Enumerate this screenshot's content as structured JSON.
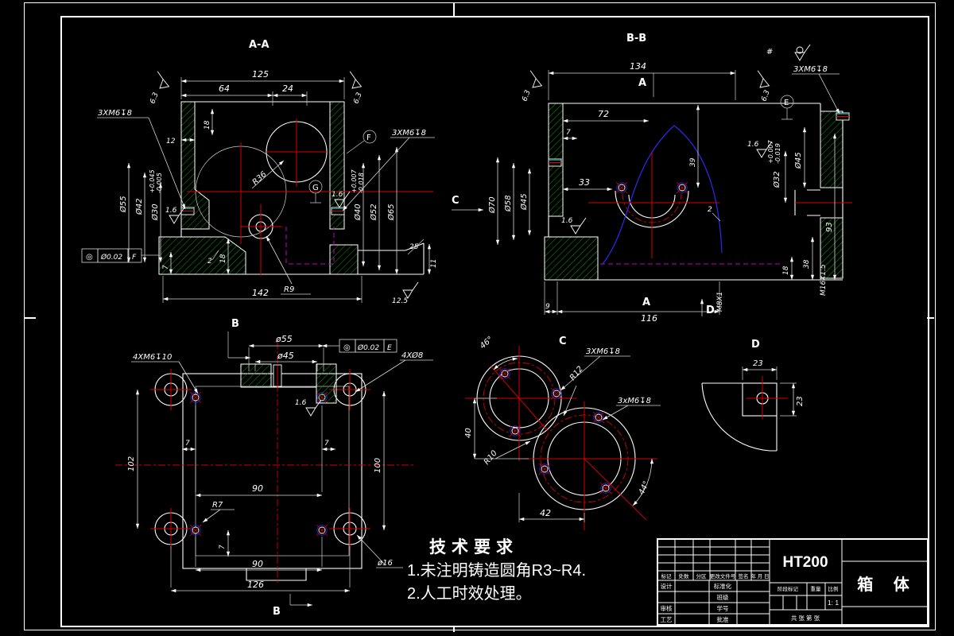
{
  "colors": {
    "background": "#000000",
    "lines": "#ffffff",
    "hatch": "#00a400",
    "centerline": "#d40000",
    "hidden": "#c400c4",
    "aux_curve": "#2a2aee"
  },
  "tech": {
    "title": "技术要求",
    "item1": "1.未注明铸造圆角R3~R4.",
    "item2": "2.人工时效处理。"
  },
  "tb": {
    "c1": "标记",
    "c2": "处数",
    "c3": "分区",
    "c4": "更改文件号",
    "c5": "签名",
    "c6": "年 月 日",
    "r1": "设计",
    "r3": "审核",
    "r4": "工艺",
    "m1": "标准化",
    "m2": "班级",
    "m3": "学号",
    "m4": "批准",
    "material": "HT200",
    "part": "箱  体",
    "stage": "阶段标记",
    "weight": "重量",
    "scale": "比例",
    "scaleval": "1: 1",
    "sheet": "共  张  第  张"
  },
  "aa": {
    "title": "A-A",
    "d125": "125",
    "d64": "64",
    "d24": "24",
    "d12": "12",
    "d18": "18",
    "tapL": "3XM6↧8",
    "tapR": "3XM6↧8",
    "r63l": "6.3",
    "r63r": "6.3",
    "dia55": "Ø55",
    "dia42": "Ø42",
    "dia30": "Ø30",
    "dia30t": "+0.045",
    "dia30b": "-0.005",
    "r16a": "1.6",
    "r16b": "1.6",
    "R36": "R36",
    "F": "F",
    "G": "G",
    "dia40": "Ø40",
    "dia40t": "+0.007",
    "dia40b": "-0.018",
    "dia52": "Ø52",
    "dia65": "Ø65",
    "d2": "2",
    "d18b": "18",
    "d7": "7",
    "d25": "25",
    "d11": "11",
    "r125": "12.5",
    "d142": "142",
    "R9": "R9",
    "fcfs": "◎",
    "fcfv": "Ø0.02",
    "fcfr": "F"
  },
  "bb": {
    "title": "B-B",
    "d134": "134",
    "d72": "72",
    "d7": "7",
    "r63l": "6.3",
    "r63r": "6.3",
    "Atop": "A",
    "Abot": "A",
    "D": "D",
    "C": "C",
    "E": "E",
    "tap": "3XM6↧8",
    "rest": "#",
    "dia70": "Ø70",
    "dia58": "Ø58",
    "dia45l": "Ø45",
    "d33": "33",
    "r16a": "1.6",
    "r16b": "1.6",
    "d39": "39",
    "d2": "2",
    "dia32": "Ø32",
    "dia32t": "+0.007",
    "dia32b": "-0.019",
    "dia45r": "Ø45",
    "d93": "93",
    "d38": "38",
    "d18": "18",
    "m16": "M16X1.5",
    "m8": "M8X1",
    "d9": "9",
    "d116": "116"
  },
  "b": {
    "titleT": "B",
    "titleB": "B",
    "dia55": "ø55",
    "dia45": "ø45",
    "fcfs": "◎",
    "fcfv": "Ø0.02",
    "fcfr": "E",
    "tapL": "4XM6↧10",
    "holes": "4XØ8",
    "r16": "1.6",
    "d7l": "7",
    "d7r": "7",
    "d102": "102",
    "d100": "100",
    "d90a": "90",
    "d90b": "90",
    "d126": "126",
    "R7": "R7",
    "d7v": "7",
    "dia16": "ø16"
  },
  "c": {
    "title": "C",
    "a46": "46°",
    "tap1": "3XM6↧8",
    "R12": "R12",
    "tap2": "3xM6↧8",
    "R10": "R10",
    "d40": "40",
    "d42": "42",
    "a44": "44°"
  },
  "d": {
    "title": "D",
    "d23h": "23",
    "d23v": "23"
  }
}
